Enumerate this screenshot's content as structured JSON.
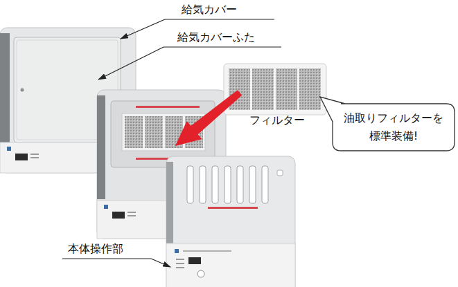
{
  "diagram": {
    "nodes": [
      {
        "text": [
          "油取りフィルターを 標準装備!"
        ]
      }
    ],
    "labels": [
      "給気カバー",
      "給気カバーふた",
      "フィルター",
      "本体操作部"
    ]
  }
}
